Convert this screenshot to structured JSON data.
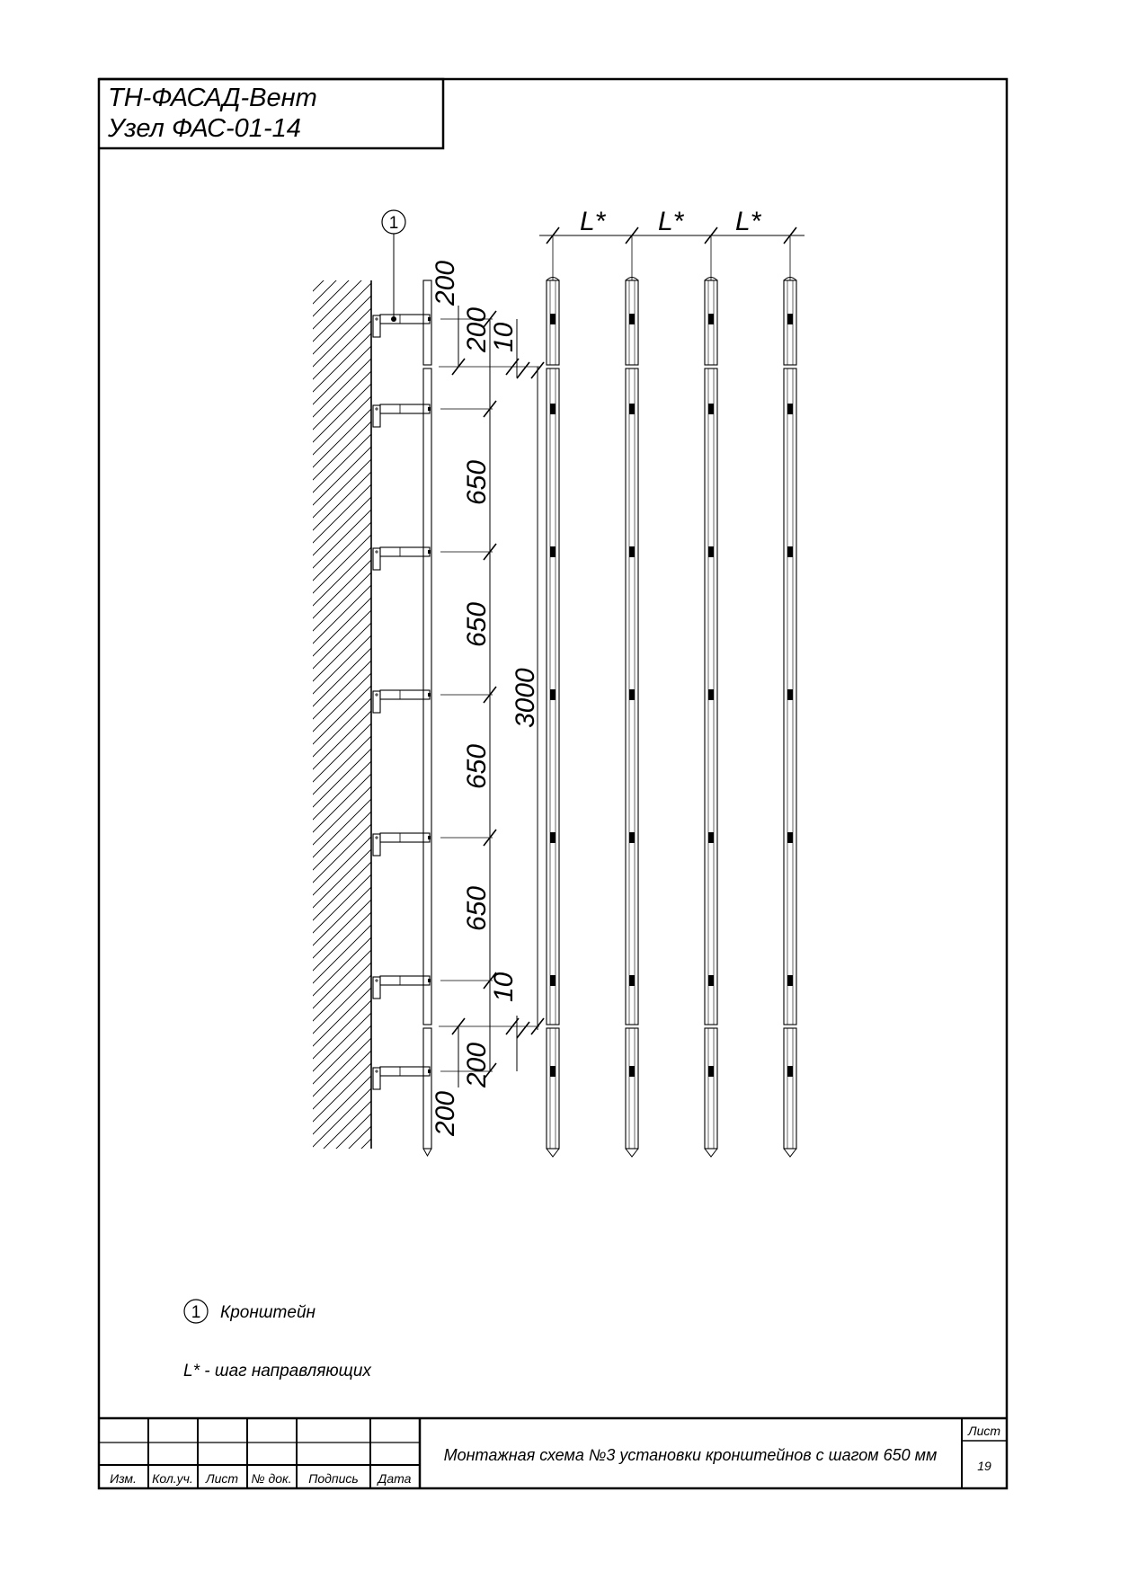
{
  "title_block": {
    "line1": "ТН-ФАСАД-Вент",
    "line2": "Узел ФАС-01-14"
  },
  "callout": {
    "number": "1"
  },
  "dimensions": {
    "top_200_outer": "200",
    "top_200_inner": "200",
    "top_10": "10",
    "spacing_650": [
      "650",
      "650",
      "650",
      "650"
    ],
    "total_3000": "3000",
    "bottom_10": "10",
    "bottom_200_inner": "200",
    "bottom_200_outer": "200",
    "guide_step": [
      "L*",
      "L*",
      "L*"
    ]
  },
  "legend": {
    "item1_number": "1",
    "item1_text": "Кронштейн",
    "note": "L* - шаг направляющих"
  },
  "stamp": {
    "columns": [
      "Изм.",
      "Кол.уч.",
      "Лист",
      "№ док.",
      "Подпись",
      "Дата"
    ],
    "title": "Монтажная схема №3 установки кронштейнов с шагом 650 мм",
    "sheet_label": "Лист",
    "sheet_number": "19"
  }
}
